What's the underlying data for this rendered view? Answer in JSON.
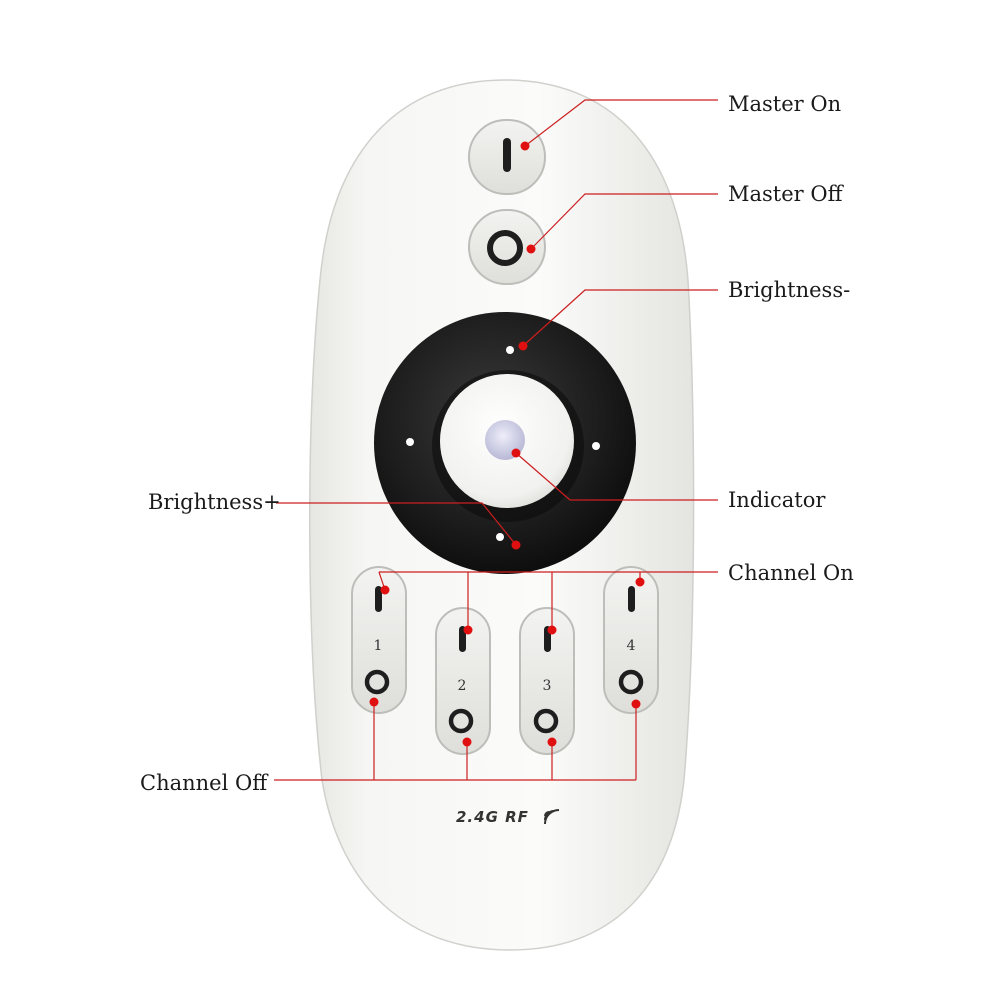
{
  "callouts": {
    "master_on": "Master On",
    "master_off": "Master Off",
    "brightness_minus": "Brightness-",
    "indicator": "Indicator",
    "channel_on": "Channel On",
    "brightness_plus": "Brightness+",
    "channel_off": "Channel Off"
  },
  "channels": [
    "1",
    "2",
    "3",
    "4"
  ],
  "rf_logo": "2.4G RF",
  "colors": {
    "leader_line": "#cc1f1f",
    "leader_dot": "#e01010",
    "remote_body": "#f4f4f2",
    "ring": "#1e1e1e",
    "indicator_led": "#cfcfe6"
  }
}
